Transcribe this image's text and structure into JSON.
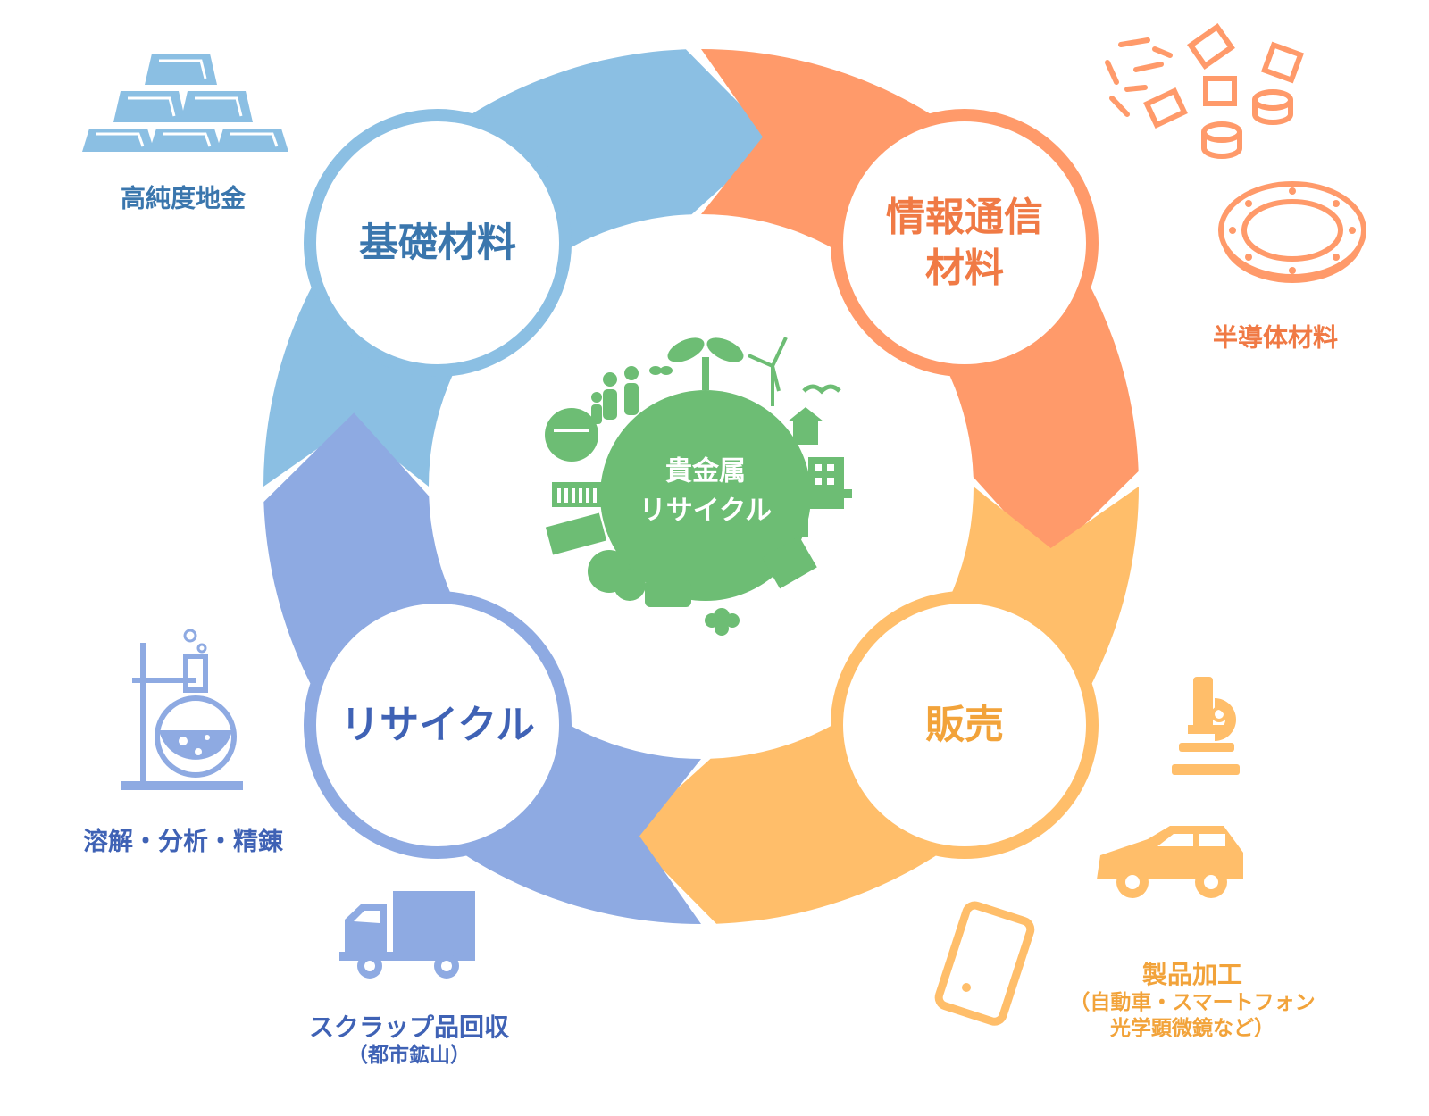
{
  "center": {
    "line1": "貴金属",
    "line2": "リサイクル",
    "color": "#6dbd74"
  },
  "nodes": {
    "kiso": {
      "label": "基礎材料",
      "color": "#8bbfe3",
      "text_color": "#3a76ad"
    },
    "joho": {
      "line1": "情報通信",
      "line2": "材料",
      "color": "#ff9a6a",
      "text_color": "#f07a45"
    },
    "hanbai": {
      "label": "販売",
      "color": "#ffbe6a",
      "text_color": "#f2a33a"
    },
    "recycle": {
      "label": "リサイクル",
      "color": "#8eaae2",
      "text_color": "#3f62b5"
    }
  },
  "side": {
    "gold": {
      "label": "高純度地金",
      "color": "#3a76ad"
    },
    "semi": {
      "label": "半導体材料",
      "color": "#f07a45"
    },
    "lab": {
      "label": "溶解・分析・精錬",
      "color": "#3f62b5"
    },
    "scrap": {
      "label": "スクラップ品回収",
      "sub": "（都市鉱山）",
      "color": "#3f62b5"
    },
    "product": {
      "label": "製品加工",
      "sub1": "（自動車・スマートフォン",
      "sub2": "光学顕微鏡など）",
      "color": "#f2a33a"
    }
  },
  "icons": [
    "gold-bars-icon",
    "chips-icon",
    "wafer-icon",
    "flask-icon",
    "truck-icon",
    "microscope-icon",
    "car-icon",
    "smartphone-icon",
    "eco-earth-icon"
  ]
}
